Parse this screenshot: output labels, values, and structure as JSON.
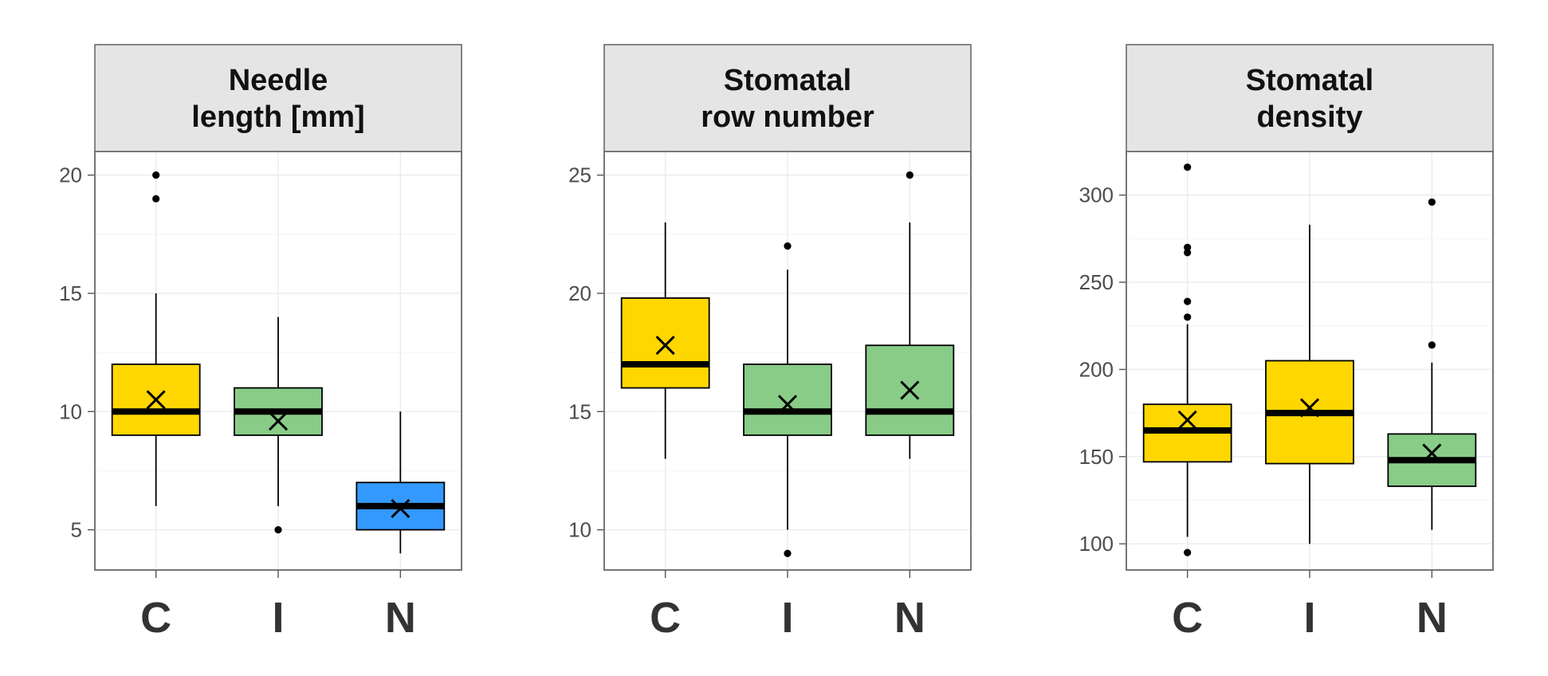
{
  "chart_data": [
    {
      "type": "box",
      "title": "Needle length [mm]",
      "title_lines": [
        "Needle",
        "length [mm]"
      ],
      "categories": [
        "C",
        "I",
        "N"
      ],
      "ylim": [
        3.3,
        21
      ],
      "yticks": [
        5,
        10,
        15,
        20
      ],
      "grid": true,
      "boxes": [
        {
          "category": "C",
          "color": "#FFD700",
          "whisker_low": 6,
          "q1": 9,
          "median": 10,
          "q3": 12,
          "whisker_high": 15,
          "mean": 10.5,
          "outliers": [
            19,
            20
          ]
        },
        {
          "category": "I",
          "color": "#88CC88",
          "whisker_low": 6,
          "q1": 9,
          "median": 10,
          "q3": 11,
          "whisker_high": 14,
          "mean": 9.6,
          "outliers": [
            5
          ]
        },
        {
          "category": "N",
          "color": "#3399FF",
          "whisker_low": 4,
          "q1": 5,
          "median": 6,
          "q3": 7,
          "whisker_high": 10,
          "mean": 5.9,
          "outliers": []
        }
      ]
    },
    {
      "type": "box",
      "title": "Stomatal row number",
      "title_lines": [
        "Stomatal",
        "row number"
      ],
      "categories": [
        "C",
        "I",
        "N"
      ],
      "ylim": [
        8.3,
        26
      ],
      "yticks": [
        10,
        15,
        20,
        25
      ],
      "grid": true,
      "boxes": [
        {
          "category": "C",
          "color": "#FFD700",
          "whisker_low": 13,
          "q1": 16,
          "median": 17,
          "q3": 19.8,
          "whisker_high": 23,
          "mean": 17.8,
          "outliers": []
        },
        {
          "category": "I",
          "color": "#88CC88",
          "whisker_low": 10,
          "q1": 14,
          "median": 15,
          "q3": 17,
          "whisker_high": 21,
          "mean": 15.3,
          "outliers": [
            9,
            22
          ]
        },
        {
          "category": "N",
          "color": "#88CC88",
          "whisker_low": 13,
          "q1": 14,
          "median": 15,
          "q3": 17.8,
          "whisker_high": 23,
          "mean": 15.9,
          "outliers": [
            25
          ]
        }
      ]
    },
    {
      "type": "box",
      "title": "Stomatal density",
      "title_lines": [
        "Stomatal",
        "density"
      ],
      "categories": [
        "C",
        "I",
        "N"
      ],
      "ylim": [
        85,
        325
      ],
      "yticks": [
        100,
        150,
        200,
        250,
        300
      ],
      "grid": true,
      "boxes": [
        {
          "category": "C",
          "color": "#FFD700",
          "whisker_low": 104,
          "q1": 147,
          "median": 165,
          "q3": 180,
          "whisker_high": 226,
          "mean": 171,
          "outliers": [
            95,
            230,
            239,
            267,
            270,
            316
          ]
        },
        {
          "category": "I",
          "color": "#FFD700",
          "whisker_low": 100,
          "q1": 146,
          "median": 175,
          "q3": 205,
          "whisker_high": 283,
          "mean": 178,
          "outliers": []
        },
        {
          "category": "N",
          "color": "#88CC88",
          "whisker_low": 108,
          "q1": 133,
          "median": 148,
          "q3": 163,
          "whisker_high": 204,
          "mean": 152,
          "outliers": [
            214,
            296
          ]
        }
      ]
    }
  ]
}
